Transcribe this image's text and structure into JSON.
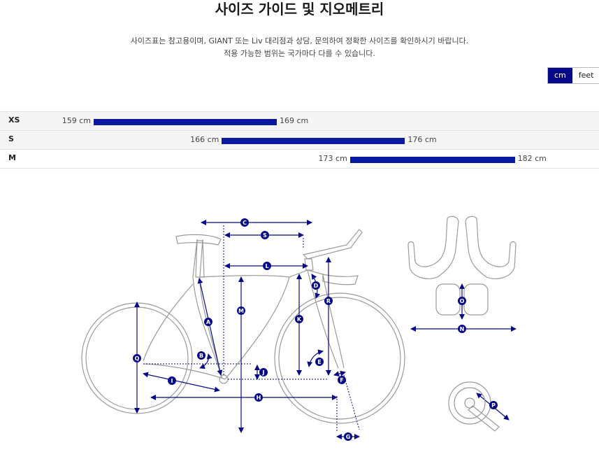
{
  "title": "사이즈 가이드 및 지오메트리",
  "description": {
    "line1": "사이즈표는 참고용이며, GIANT 또는 Liv 대리점과 상담, 문의하여 정확한 사이즈를 확인하시기 바랍니다.",
    "line2": "적용 가능한 범위는 국가마다 다를 수 있습니다."
  },
  "unit_toggle": {
    "cm": "cm",
    "feet": "feet",
    "selected": "cm"
  },
  "sizes": [
    {
      "label": "XS",
      "min": 159,
      "max": 169,
      "min_text": "159 cm",
      "max_text": "169 cm"
    },
    {
      "label": "S",
      "min": 166,
      "max": 176,
      "min_text": "166 cm",
      "max_text": "176 cm"
    },
    {
      "label": "M",
      "min": 173,
      "max": 182,
      "min_text": "173 cm",
      "max_text": "182 cm"
    }
  ],
  "geometry_labels": [
    "A",
    "B",
    "C",
    "D",
    "E",
    "F",
    "G",
    "H",
    "I",
    "J",
    "K",
    "L",
    "M",
    "N",
    "O",
    "P",
    "Q",
    "R",
    "S"
  ],
  "colors": {
    "accent": "#060a8a",
    "bar": "#0a1a9e",
    "outline": "#9a9a9a"
  }
}
